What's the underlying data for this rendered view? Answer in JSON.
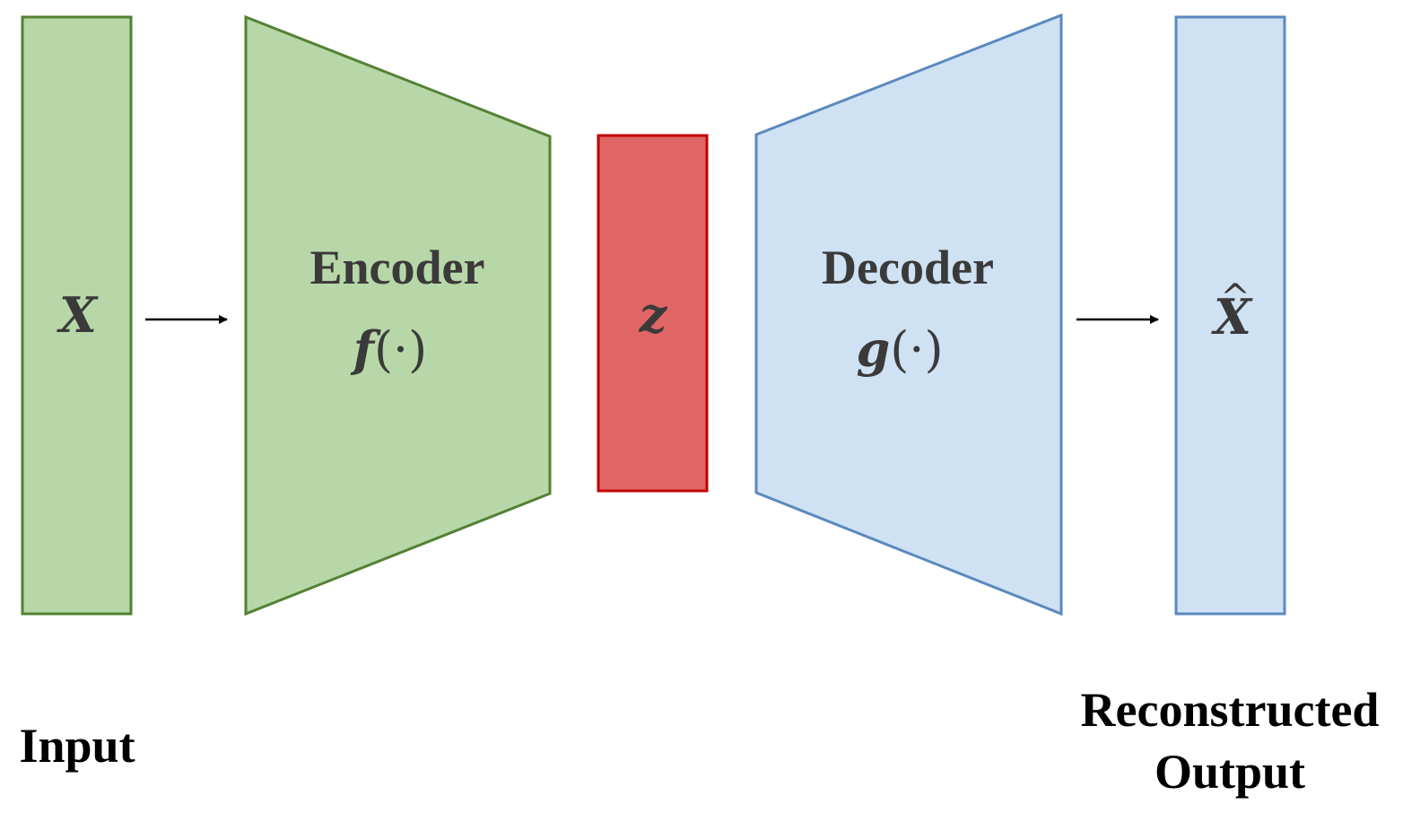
{
  "colors": {
    "input_fill": "#b7d7a8",
    "input_stroke": "#538135",
    "latent_fill": "#e06666",
    "latent_stroke": "#c00000",
    "output_fill": "#cfe2f3",
    "output_stroke": "#5b89bd",
    "label_dark": "#3a3a3a",
    "label_black": "#000000",
    "arrow": "#000000"
  },
  "input_block": {
    "symbol": "X"
  },
  "encoder": {
    "title": "Encoder",
    "func_name": "f",
    "func_arg": "(·)"
  },
  "latent": {
    "symbol": "z"
  },
  "decoder": {
    "title": "Decoder",
    "func_name": "g",
    "func_arg": "(·)"
  },
  "output_block": {
    "symbol": "X",
    "hat": "^"
  },
  "labels": {
    "input": "Input",
    "output_line1": "Reconstructed",
    "output_line2": "Output"
  }
}
